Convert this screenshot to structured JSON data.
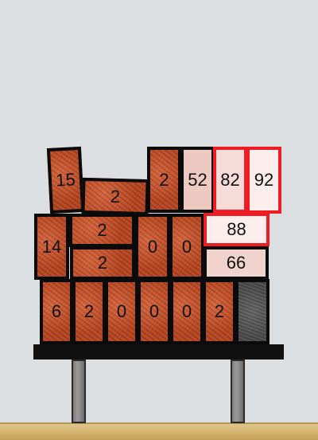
{
  "colors": {
    "background": "#dcdfe1",
    "brick": "#c44f2a",
    "outline": "#0b0b0b",
    "selected_outline": "#ee1c24",
    "stone": "#555555",
    "floor": "#d2b06a"
  },
  "bricks": {
    "b15": "15",
    "b2_top_wide": "2",
    "b2_top_tall": "2",
    "b52": "52",
    "b82": "82",
    "b92": "92",
    "b14": "14",
    "b2_mid_upper": "2",
    "b2_mid_lower": "2",
    "b0_mid_a": "0",
    "b0_mid_b": "0",
    "b88": "88",
    "b66": "66",
    "b6": "6",
    "b2_bot_a": "2",
    "b0_bot_a": "0",
    "b0_bot_b": "0",
    "b0_bot_c": "0",
    "b2_bot_b": "2"
  },
  "selected": [
    "b82",
    "b92",
    "b88"
  ],
  "light_fill": {
    "b52": "#edc9c2",
    "b82": "#f5dcd9",
    "b92": "#fbeeed",
    "b88": "#fbeeed",
    "b66": "#f0d3cc"
  }
}
